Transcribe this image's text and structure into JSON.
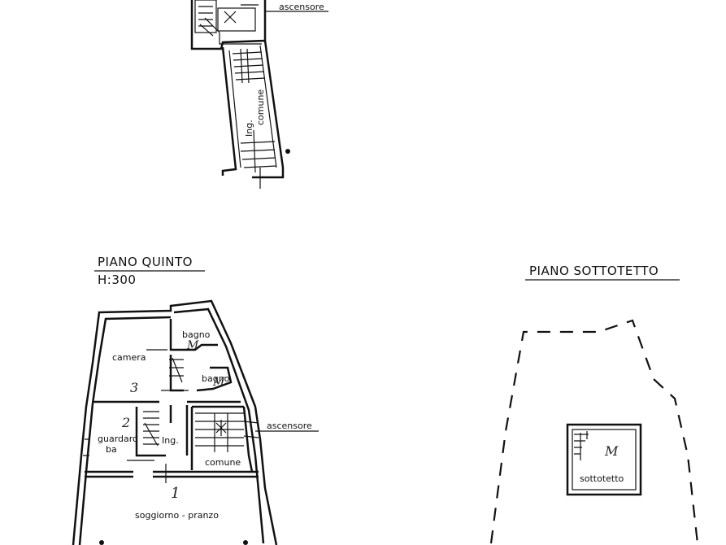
{
  "top_plan": {
    "label_elevator": "ascensore",
    "label_entrance_line1": "Ing.",
    "label_entrance_line2": "comune"
  },
  "fifth_floor": {
    "title": "PIANO QUINTO",
    "height": "H:300",
    "rooms": {
      "bedroom": "camera",
      "bath_1": "bagno",
      "bath_2": "bagno",
      "wardrobe_line1": "guardaro",
      "wardrobe_line2": "ba",
      "entrance": "Ing.",
      "elevator": "ascensore",
      "common": "comune",
      "living": "soggiorno - pranzo"
    },
    "room_numbers": {
      "bedroom": "3",
      "wardrobe": "2",
      "living": "1",
      "bath_1": "M",
      "bath_2": "M"
    }
  },
  "attic": {
    "title": "PIANO SOTTOTETTO",
    "room": "sottotetto",
    "room_number": "M"
  }
}
